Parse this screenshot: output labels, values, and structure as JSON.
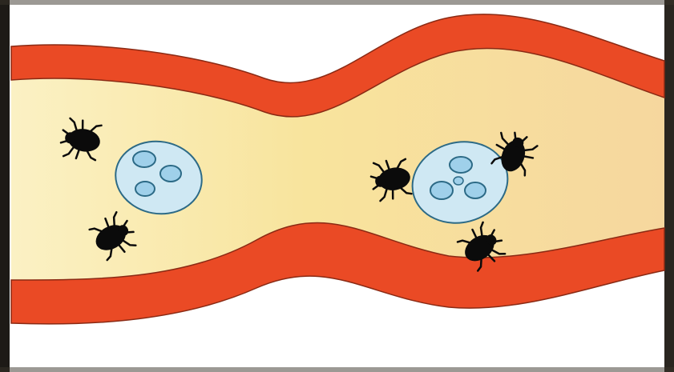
{
  "diagram": {
    "subject": "blood-vessel-with-parasites",
    "colors": {
      "background": "#ffffff",
      "frame_dark": "#1d1a16",
      "vessel_wall": "#ea4a25",
      "wall_outline": "#8a2a14",
      "lumen_light": "#fbf1c4",
      "lumen_mid": "#f8e49d",
      "lumen_warm": "#f6d79e",
      "cyst_fill": "#cfe8f3",
      "cyst_outline": "#2c6a86",
      "nucleus_fill": "#9fd0ea",
      "bug_fill": "#0b0b0b"
    },
    "cysts": [
      {
        "id": "cyst-left",
        "nuclei": 3
      },
      {
        "id": "cyst-right",
        "nuclei": 4
      }
    ],
    "bugs": [
      {
        "id": "bug-1",
        "count": 1
      },
      {
        "id": "bug-2",
        "count": 1
      },
      {
        "id": "bug-3",
        "count": 1
      },
      {
        "id": "bug-4",
        "count": 1
      },
      {
        "id": "bug-5",
        "count": 1
      }
    ]
  }
}
